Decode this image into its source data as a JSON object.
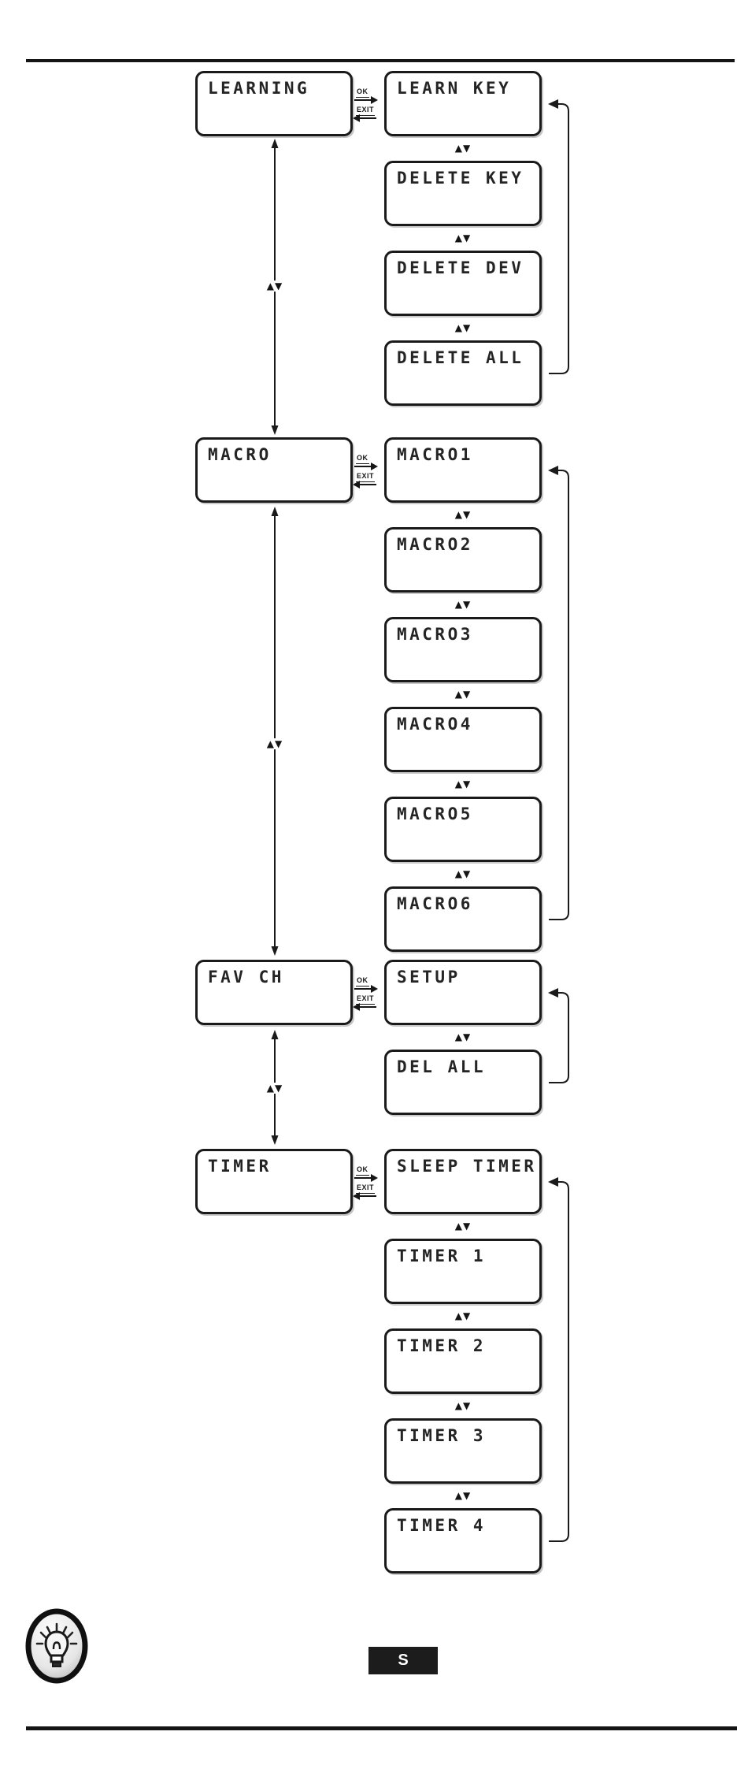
{
  "diagram": {
    "groups": [
      {
        "parent": "LEARNING",
        "children": [
          "LEARN KEY",
          "DELETE KEY",
          "DELETE DEV",
          "DELETE ALL"
        ]
      },
      {
        "parent": "MACRO",
        "children": [
          "MACRO1",
          "MACRO2",
          "MACRO3",
          "MACRO4",
          "MACRO5",
          "MACRO6"
        ]
      },
      {
        "parent": "FAV CH",
        "children": [
          "SETUP",
          "DEL ALL"
        ]
      },
      {
        "parent": "TIMER",
        "children": [
          "SLEEP TIMER",
          "TIMER 1",
          "TIMER 2",
          "TIMER 3",
          "TIMER 4"
        ]
      }
    ],
    "symbols": {
      "ok": "OK",
      "exit": "EXIT",
      "updown": "▲▼"
    }
  },
  "footer": {
    "badge": "S",
    "tip_icon": "lightbulb-icon"
  },
  "colors": {
    "ink": "#1a1a1a",
    "paper": "#ffffff",
    "badge_bg": "#1c1c1c",
    "badge_text": "#ffffff"
  }
}
